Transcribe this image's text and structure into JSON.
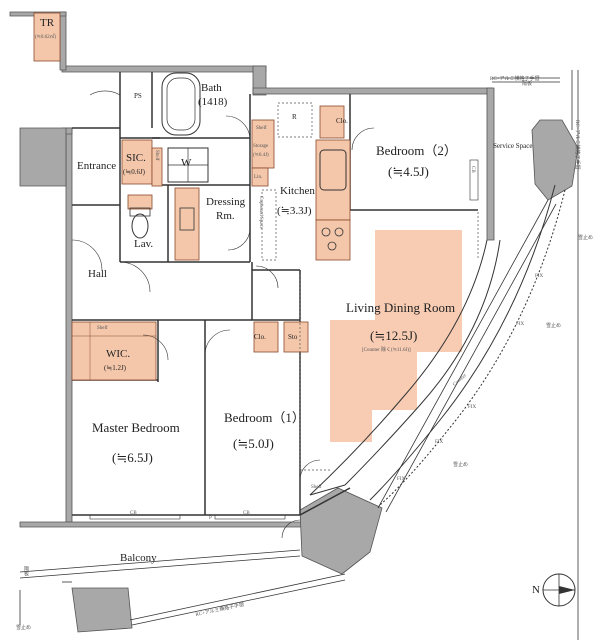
{
  "rooms": {
    "tr": {
      "name": "TR",
      "size": "(≒0.62㎡)"
    },
    "ps": {
      "name": "PS"
    },
    "bath": {
      "name": "Bath",
      "size": "(1418)"
    },
    "r": {
      "name": "R"
    },
    "clo_top": {
      "name": "Clo."
    },
    "bedroom2": {
      "name": "Bedroom（2）",
      "size": "(≒4.5J)"
    },
    "service_space": {
      "name": "Service Space"
    },
    "entrance": {
      "name": "Entrance"
    },
    "sic": {
      "name": "SIC.",
      "size": "(≒0.6J)"
    },
    "shelf_sic": {
      "name": "Shelf"
    },
    "w": {
      "name": "W"
    },
    "storage": {
      "name": "Storage",
      "size": "(≒0.4J)"
    },
    "shelf_storage": {
      "name": "Shelf"
    },
    "lin": {
      "name": "Lin."
    },
    "kitchen": {
      "name": "Kitchen",
      "size": "(≒3.3J)"
    },
    "dressing": {
      "name": "Dressing",
      "name2": "Rm."
    },
    "cupboard": {
      "name": "Cupboard Space"
    },
    "lav": {
      "name": "Lav."
    },
    "hall": {
      "name": "Hall"
    },
    "ldr": {
      "name": "Living Dining Room",
      "size": "(≒12.5J)",
      "note": "[Counter 除く(≒11.6J)]"
    },
    "shelf_wic": {
      "name": "Shelf"
    },
    "wic": {
      "name": "WIC.",
      "size": "(≒1.2J)"
    },
    "clo_bed1": {
      "name": "Clo."
    },
    "sto": {
      "name": "Sto"
    },
    "master": {
      "name": "Master Bedroom",
      "size": "(≒6.5J)"
    },
    "bedroom1": {
      "name": "Bedroom（1）",
      "size": "(≒5.0J)"
    },
    "balcony": {
      "name": "Balcony"
    },
    "shelf_ldr": {
      "name": "Shelf"
    }
  },
  "small_marks": {
    "cb": "CB",
    "fix": "FIX",
    "counter": "Counter",
    "p": "P",
    "rail_top": "RC+アルミ横格子手摺",
    "rail_right": "RC+アルミ横格子手摺",
    "rail_bottom": "RC+アルミ横格子手摺",
    "yukidome": "雪止め",
    "yukidome2": "雪止め",
    "yukidome3": "雪止め",
    "yukidome4": "雪止め",
    "kakuban": "隔板",
    "kakuban2": "隔板"
  },
  "compass": {
    "label": "N"
  },
  "colors": {
    "wall": "#9a9a9a",
    "fixture": "#f4c7ab",
    "fixture_line": "#8a4a2a",
    "line": "#333333"
  }
}
